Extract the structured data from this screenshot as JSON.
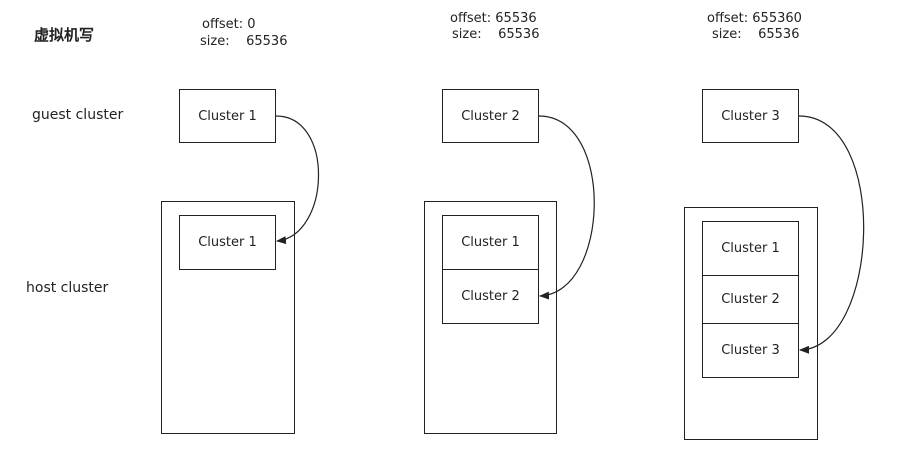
{
  "title": "虚拟机写",
  "row_labels": {
    "guest": "guest cluster",
    "host": "host cluster"
  },
  "columns": [
    {
      "offset_label": "offset: 0",
      "size_label": "size:    65536",
      "guest_cluster": "Cluster 1",
      "host_clusters": [
        "Cluster 1"
      ]
    },
    {
      "offset_label": "offset: 65536",
      "size_label": "size:    65536",
      "guest_cluster": "Cluster 2",
      "host_clusters": [
        "Cluster 1",
        "Cluster 2"
      ]
    },
    {
      "offset_label": "offset: 655360",
      "size_label": "size:    65536",
      "guest_cluster": "Cluster 3",
      "host_clusters": [
        "Cluster 1",
        "Cluster 2",
        "Cluster 3"
      ]
    }
  ]
}
